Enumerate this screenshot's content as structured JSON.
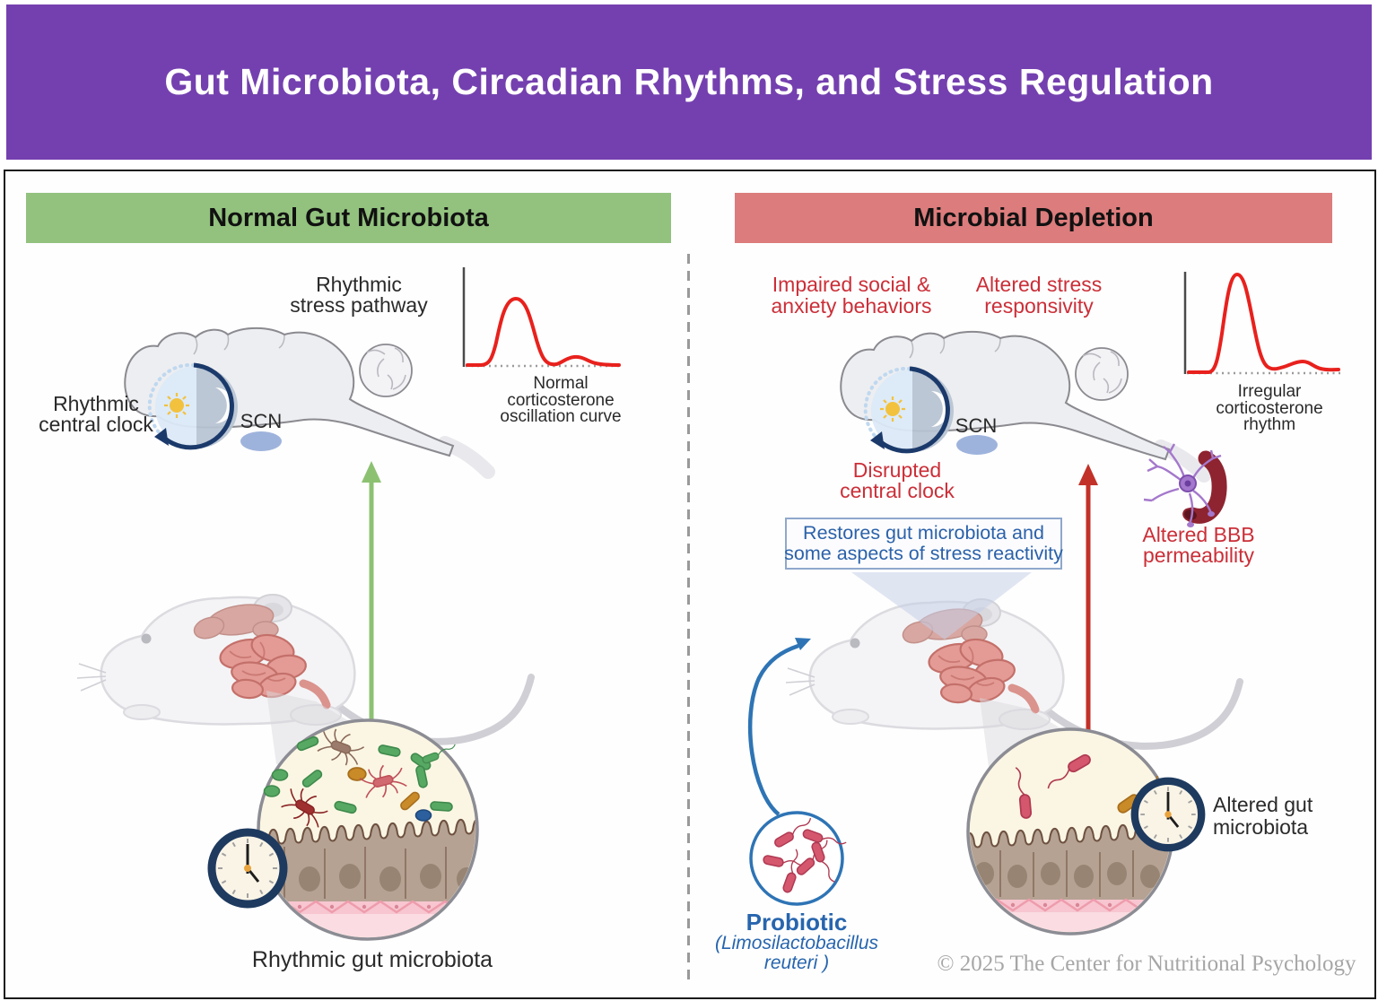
{
  "title": "Gut Microbiota, Circadian Rhythms, and Stress Regulation",
  "footer": "© 2025 The Center for Nutritional Psychology",
  "left": {
    "header": "Normal Gut Microbiota",
    "stress_pathway": [
      "Rhythmic",
      "stress pathway"
    ],
    "central_clock": [
      "Rhythmic",
      "central clock"
    ],
    "scn": "SCN",
    "curve_caption": [
      "Normal",
      "corticosterone",
      "oscillation curve"
    ],
    "gut_caption": "Rhythmic gut microbiota"
  },
  "right": {
    "header": "Microbial Depletion",
    "impaired": [
      "Impaired social &",
      "anxiety behaviors"
    ],
    "altered_stress": [
      "Altered stress",
      "responsivity"
    ],
    "scn": "SCN",
    "disrupted_clock": [
      "Disrupted",
      "central clock"
    ],
    "curve_caption": [
      "Irregular",
      "corticosterone",
      "rhythm"
    ],
    "restores_note": [
      "Restores gut microbiota and",
      "some aspects of stress reactivity"
    ],
    "bbb": [
      "Altered BBB",
      "permeability"
    ],
    "probiotic": {
      "title": "Probiotic",
      "species": [
        "(Limosilactobacillus",
        "reuteri )"
      ]
    },
    "gut_caption": [
      "Altered gut",
      "microbiota"
    ]
  },
  "colors": {
    "banner_purple": "#7440AF",
    "panel_green": "#92C27E",
    "panel_red": "#DC7C7C",
    "alert_red_text": "#CB2F38",
    "note_blue_text": "#2765AE",
    "curve_red": "#E8211D",
    "arrow_green": "#8DC172",
    "arrow_red": "#C23128",
    "arrow_blue": "#2E74B5",
    "clock_navy": "#1E3A5F"
  },
  "icons": {
    "sun-icon": "☀",
    "moon-icon": "☾",
    "wall-clock-icon": "🕔",
    "neuron-icon": "✳",
    "blood-vessel-icon": "∿",
    "bacteria-icon": "⬭"
  }
}
